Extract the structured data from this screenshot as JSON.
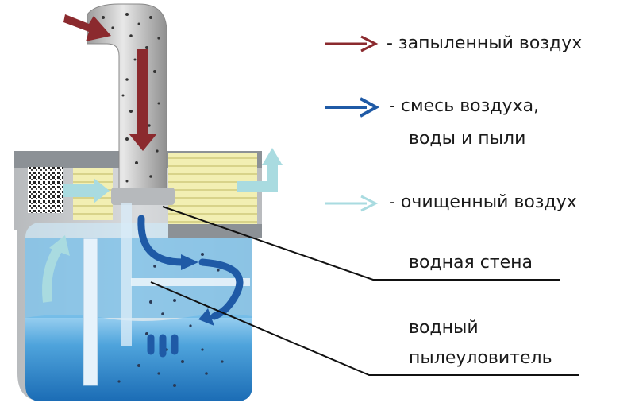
{
  "legend": {
    "dusty_air": "- запыленный воздух",
    "mixture_line1": "- смесь воздуха,",
    "mixture_line2": "воды и пыли",
    "clean_air": "- очищенный воздух"
  },
  "labels": {
    "water_wall": "водная стена",
    "water_trap_line1": "водный",
    "water_trap_line2": "пылеуловитель"
  },
  "colors": {
    "dusty_air_arrow": "#8b2a2e",
    "mixture_arrow": "#1f5aa6",
    "clean_air_arrow": "#a9dbe0",
    "water": "#3a8fd0",
    "tank_body": "#9aa0a6",
    "filter": "#f1eeb0",
    "pipe": "#c8c8c8",
    "leader_line": "#111111"
  }
}
